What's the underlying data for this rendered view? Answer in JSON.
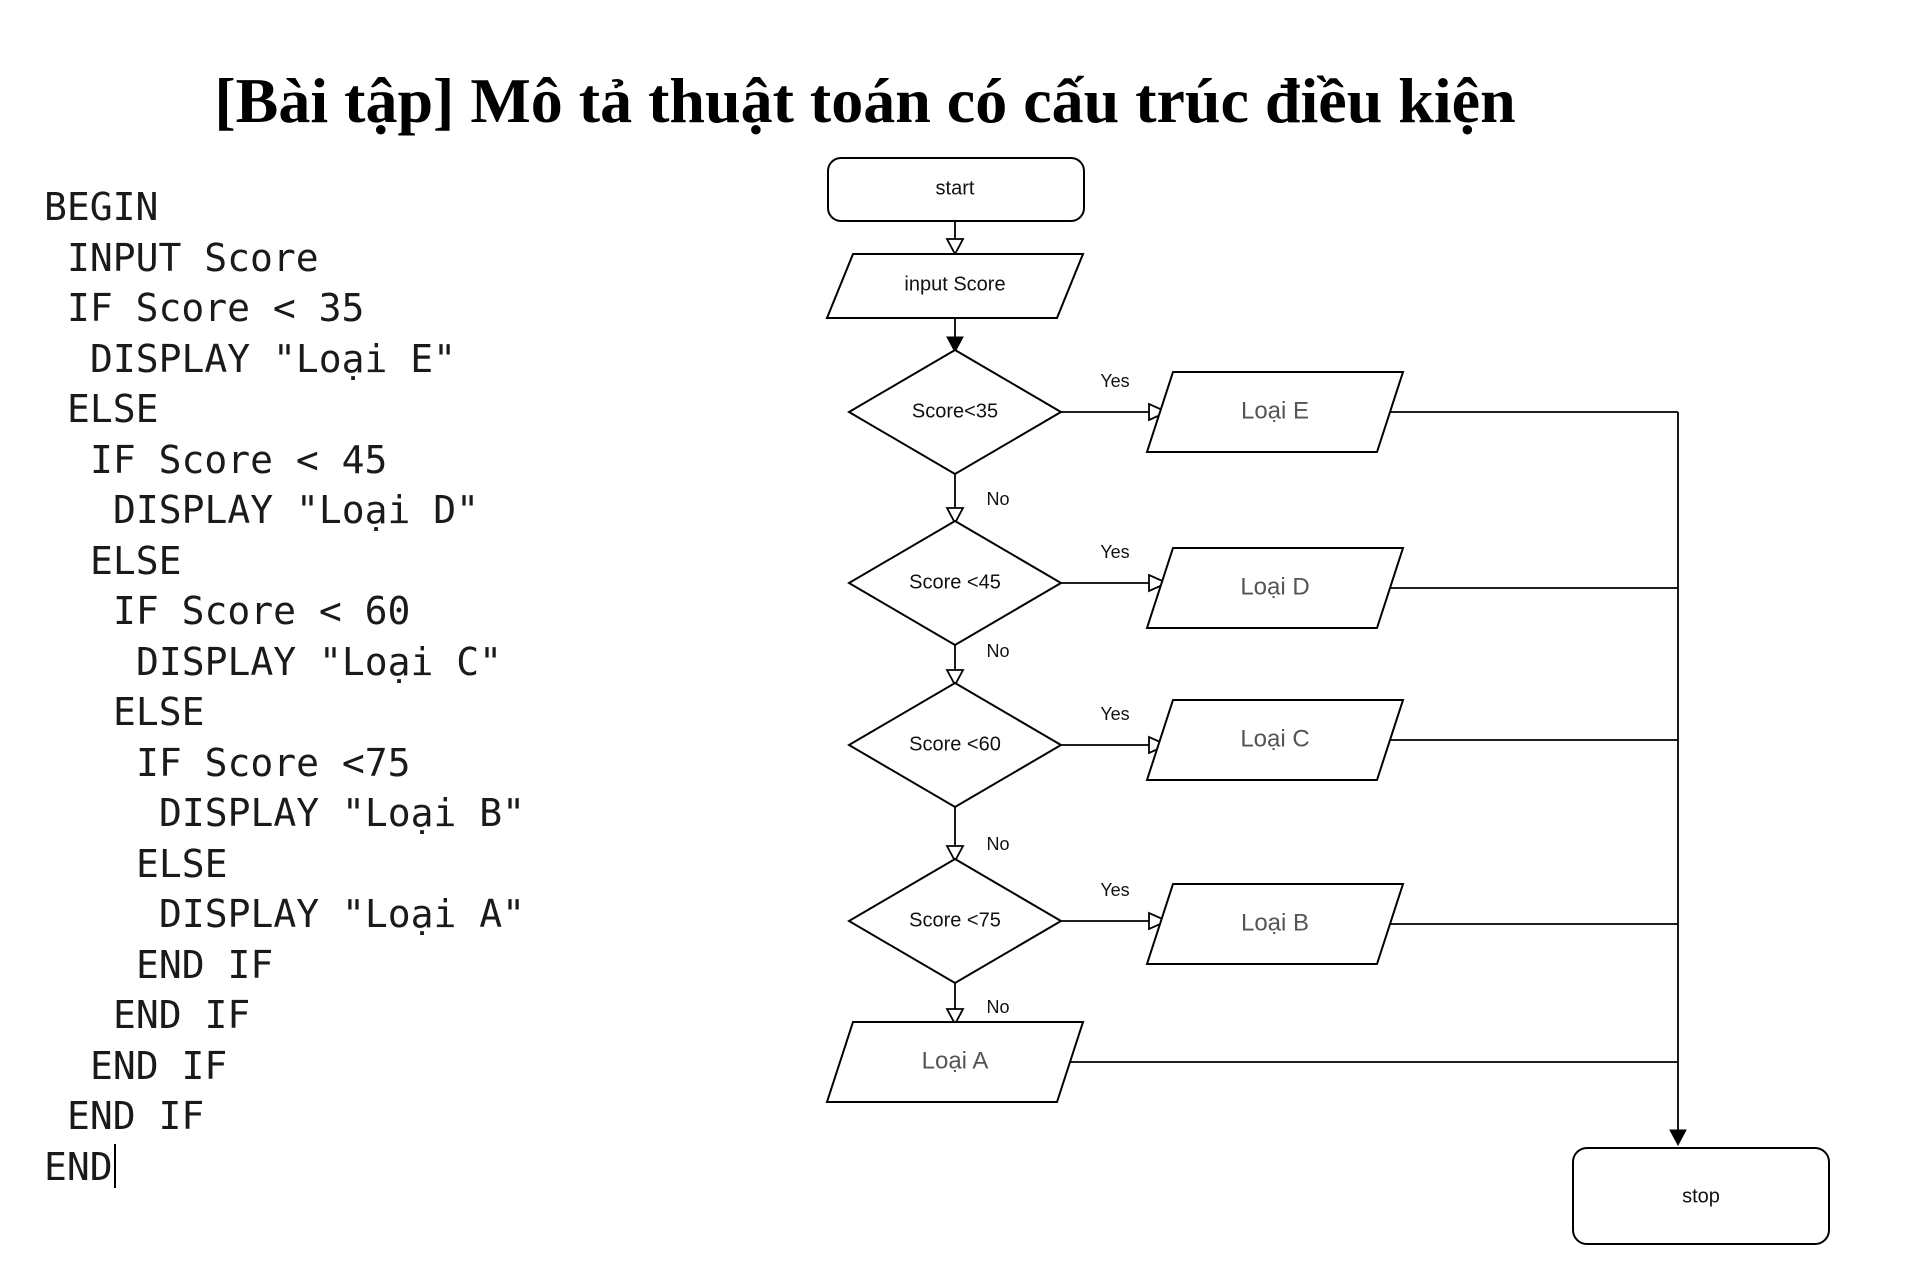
{
  "title": "[Bài tập] Mô tả thuật toán có cấu trúc điều kiện",
  "pseudocode": [
    {
      "indent": 0,
      "text": "BEGIN"
    },
    {
      "indent": 1,
      "text": "INPUT Score"
    },
    {
      "indent": 1,
      "text": "IF Score < 35"
    },
    {
      "indent": 2,
      "text": "DISPLAY \"Loại E\""
    },
    {
      "indent": 1,
      "text": "ELSE"
    },
    {
      "indent": 2,
      "text": "IF Score < 45"
    },
    {
      "indent": 3,
      "text": "DISPLAY \"Loại D\""
    },
    {
      "indent": 2,
      "text": "ELSE"
    },
    {
      "indent": 3,
      "text": "IF Score < 60"
    },
    {
      "indent": 4,
      "text": "DISPLAY \"Loại C\""
    },
    {
      "indent": 3,
      "text": "ELSE"
    },
    {
      "indent": 4,
      "text": "IF Score <75"
    },
    {
      "indent": 5,
      "text": "DISPLAY \"Loại B\""
    },
    {
      "indent": 4,
      "text": "ELSE"
    },
    {
      "indent": 5,
      "text": "DISPLAY \"Loại A\""
    },
    {
      "indent": 4,
      "text": "END IF"
    },
    {
      "indent": 3,
      "text": "END IF"
    },
    {
      "indent": 2,
      "text": "END IF"
    },
    {
      "indent": 1,
      "text": "END IF"
    },
    {
      "indent": 0,
      "text": "END"
    }
  ],
  "flowchart": {
    "start": "start",
    "input": "input Score",
    "stop": "stop",
    "yes_label": "Yes",
    "no_label": "No",
    "decisions": [
      {
        "condition": "Score<35",
        "output": "Loại E"
      },
      {
        "condition": "Score <45",
        "output": "Loại D"
      },
      {
        "condition": "Score <60",
        "output": "Loại C"
      },
      {
        "condition": "Score <75",
        "output": "Loại B"
      }
    ],
    "else_output": "Loại A"
  }
}
